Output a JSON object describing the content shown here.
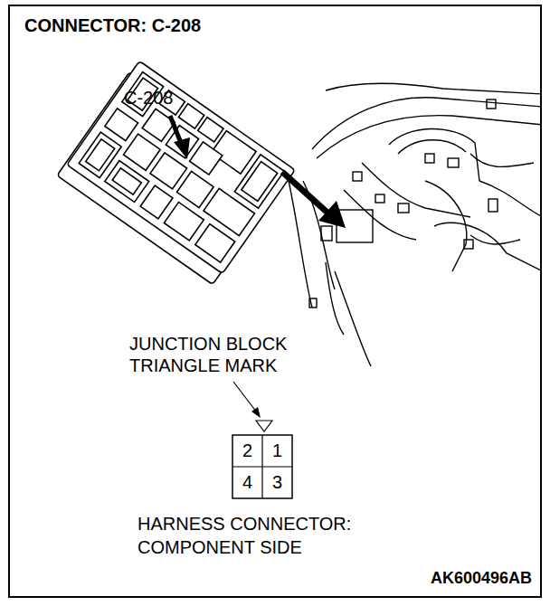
{
  "diagram": {
    "title": "CONNECTOR: C-208",
    "labels": [
      "C-208",
      "JUNCTION BLOCK TRIANGLE MARK",
      "2",
      "1",
      "4",
      "3",
      "HARNESS CONNECTOR: COMPONENT SIDE",
      "AK600496AB"
    ]
  }
}
